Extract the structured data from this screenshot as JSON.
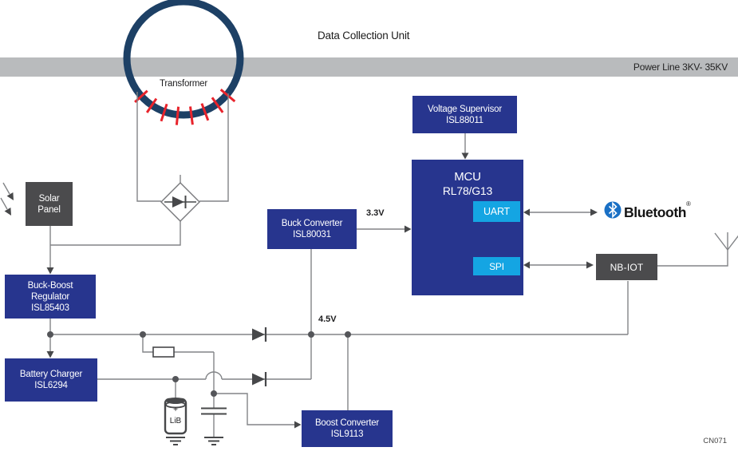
{
  "colors": {
    "box_blue": "#27358e",
    "cyan": "#14a5e3",
    "gray_box": "#4b4b4d",
    "band_gray": "#b9bbbd",
    "navy": "#1d4065",
    "red": "#e8232b",
    "bt_blue": "#1a70c5",
    "wire": "#828487",
    "dark": "#47484a",
    "dot": "#545559"
  },
  "header": {
    "title": "Data Collection Unit",
    "power_line_label": "Power Line 3KV- 35KV"
  },
  "transformer": {
    "label": "Transformer"
  },
  "blocks": {
    "solar_panel": {
      "line1": "Solar",
      "line2": "Panel"
    },
    "voltage_supervisor": {
      "line1": "Voltage Supervisor",
      "line2": "ISL88011"
    },
    "mcu": {
      "line1": "MCU",
      "line2": "RL78/G13"
    },
    "uart": {
      "label": "UART"
    },
    "spi": {
      "label": "SPI"
    },
    "buck_converter": {
      "line1": "Buck Converter",
      "line2": "ISL80031"
    },
    "buck_boost_regulator": {
      "line1": "Buck-Boost",
      "line2": "Regulator",
      "line3": "ISL85403"
    },
    "battery_charger": {
      "line1": "Battery Charger",
      "line2": "ISL6294"
    },
    "boost_converter": {
      "line1": "Boost Converter",
      "line2": "ISL9113"
    },
    "nb_iot": {
      "label": "NB-IOT"
    },
    "bluetooth": {
      "label": "Bluetooth",
      "registered_mark": "®"
    }
  },
  "wire_labels": {
    "v33": "3.3V",
    "v45": "4.5V"
  },
  "battery": {
    "plus": "+",
    "label": "LiB"
  },
  "figure_code": "CN071",
  "icons": {
    "transformer": "coil-ring",
    "rectifier": "diode-bridge",
    "diode": "diode",
    "resistor": "resistor",
    "capacitor": "capacitor",
    "battery": "cylindrical-cell",
    "ground": "ground",
    "antenna": "antenna",
    "bluetooth": "bluetooth-rune",
    "sunlight": "ray-arrows"
  }
}
